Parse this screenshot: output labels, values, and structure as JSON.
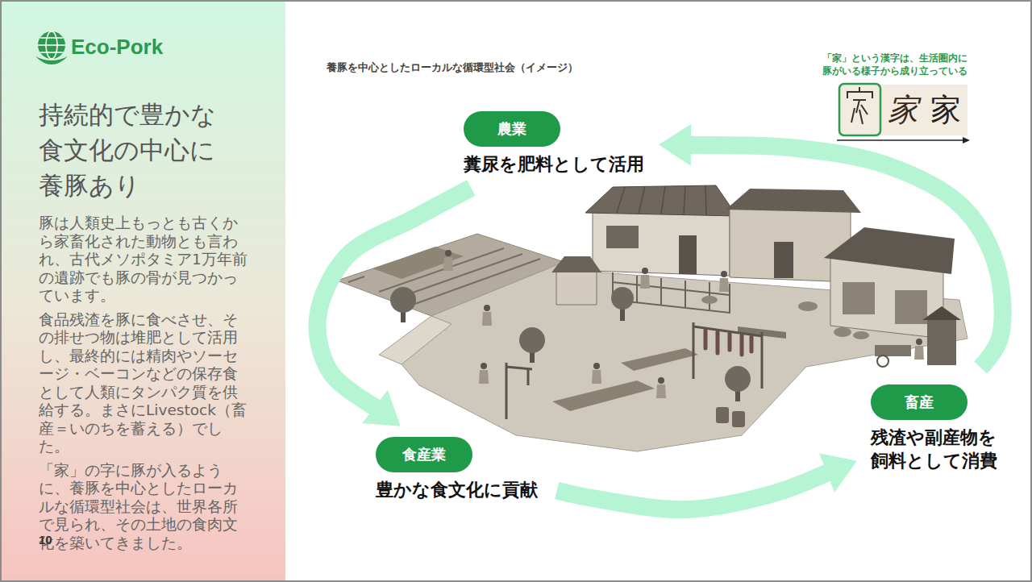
{
  "diagram": {
    "title": "持続的で豊かな 食文化の中心に 養豚あり",
    "nodes": [
      {
        "text": [
          "農業",
          "糞尿を肥料として活用"
        ]
      },
      {
        "text": [
          "畜産",
          "残渣や副産物を 飼料として消費"
        ]
      },
      {
        "text": [
          "食産業",
          "豊かな食文化に貢献"
        ]
      }
    ],
    "edges": [
      {
        "from": 1,
        "to": 0,
        "arrow": "to"
      },
      {
        "from": 0,
        "to": 2,
        "arrow": "to"
      },
      {
        "from": 2,
        "to": 1,
        "arrow": "to"
      }
    ],
    "labels": [
      "Eco-Pork",
      "豚は人類史上もっとも古くから家畜化された動物とも言われ、古代メソポタミア1万年前の遺跡でも豚の骨が見つかっています。",
      "食品残渣を豚に食べさせ、その排せつ物は堆肥として活用し、最終的には精肉やソーセージ・ベーコンなどの保存食として人類にタンパク質を供給する。まさにLivestock（畜産＝いのちを蓄える）でした。",
      "「家」の字に豚が入るように、養豚を中心としたローカルな循環型社会は、世界各所で見られ、その土地の食肉文化を築いてきました。",
      "10",
      "養豚を中心としたローカルな循環型社会（イメージ）",
      "「家」という漢字は、生活圏内に 豚がいる様子から成り立っている",
      "家",
      "家"
    ]
  }
}
